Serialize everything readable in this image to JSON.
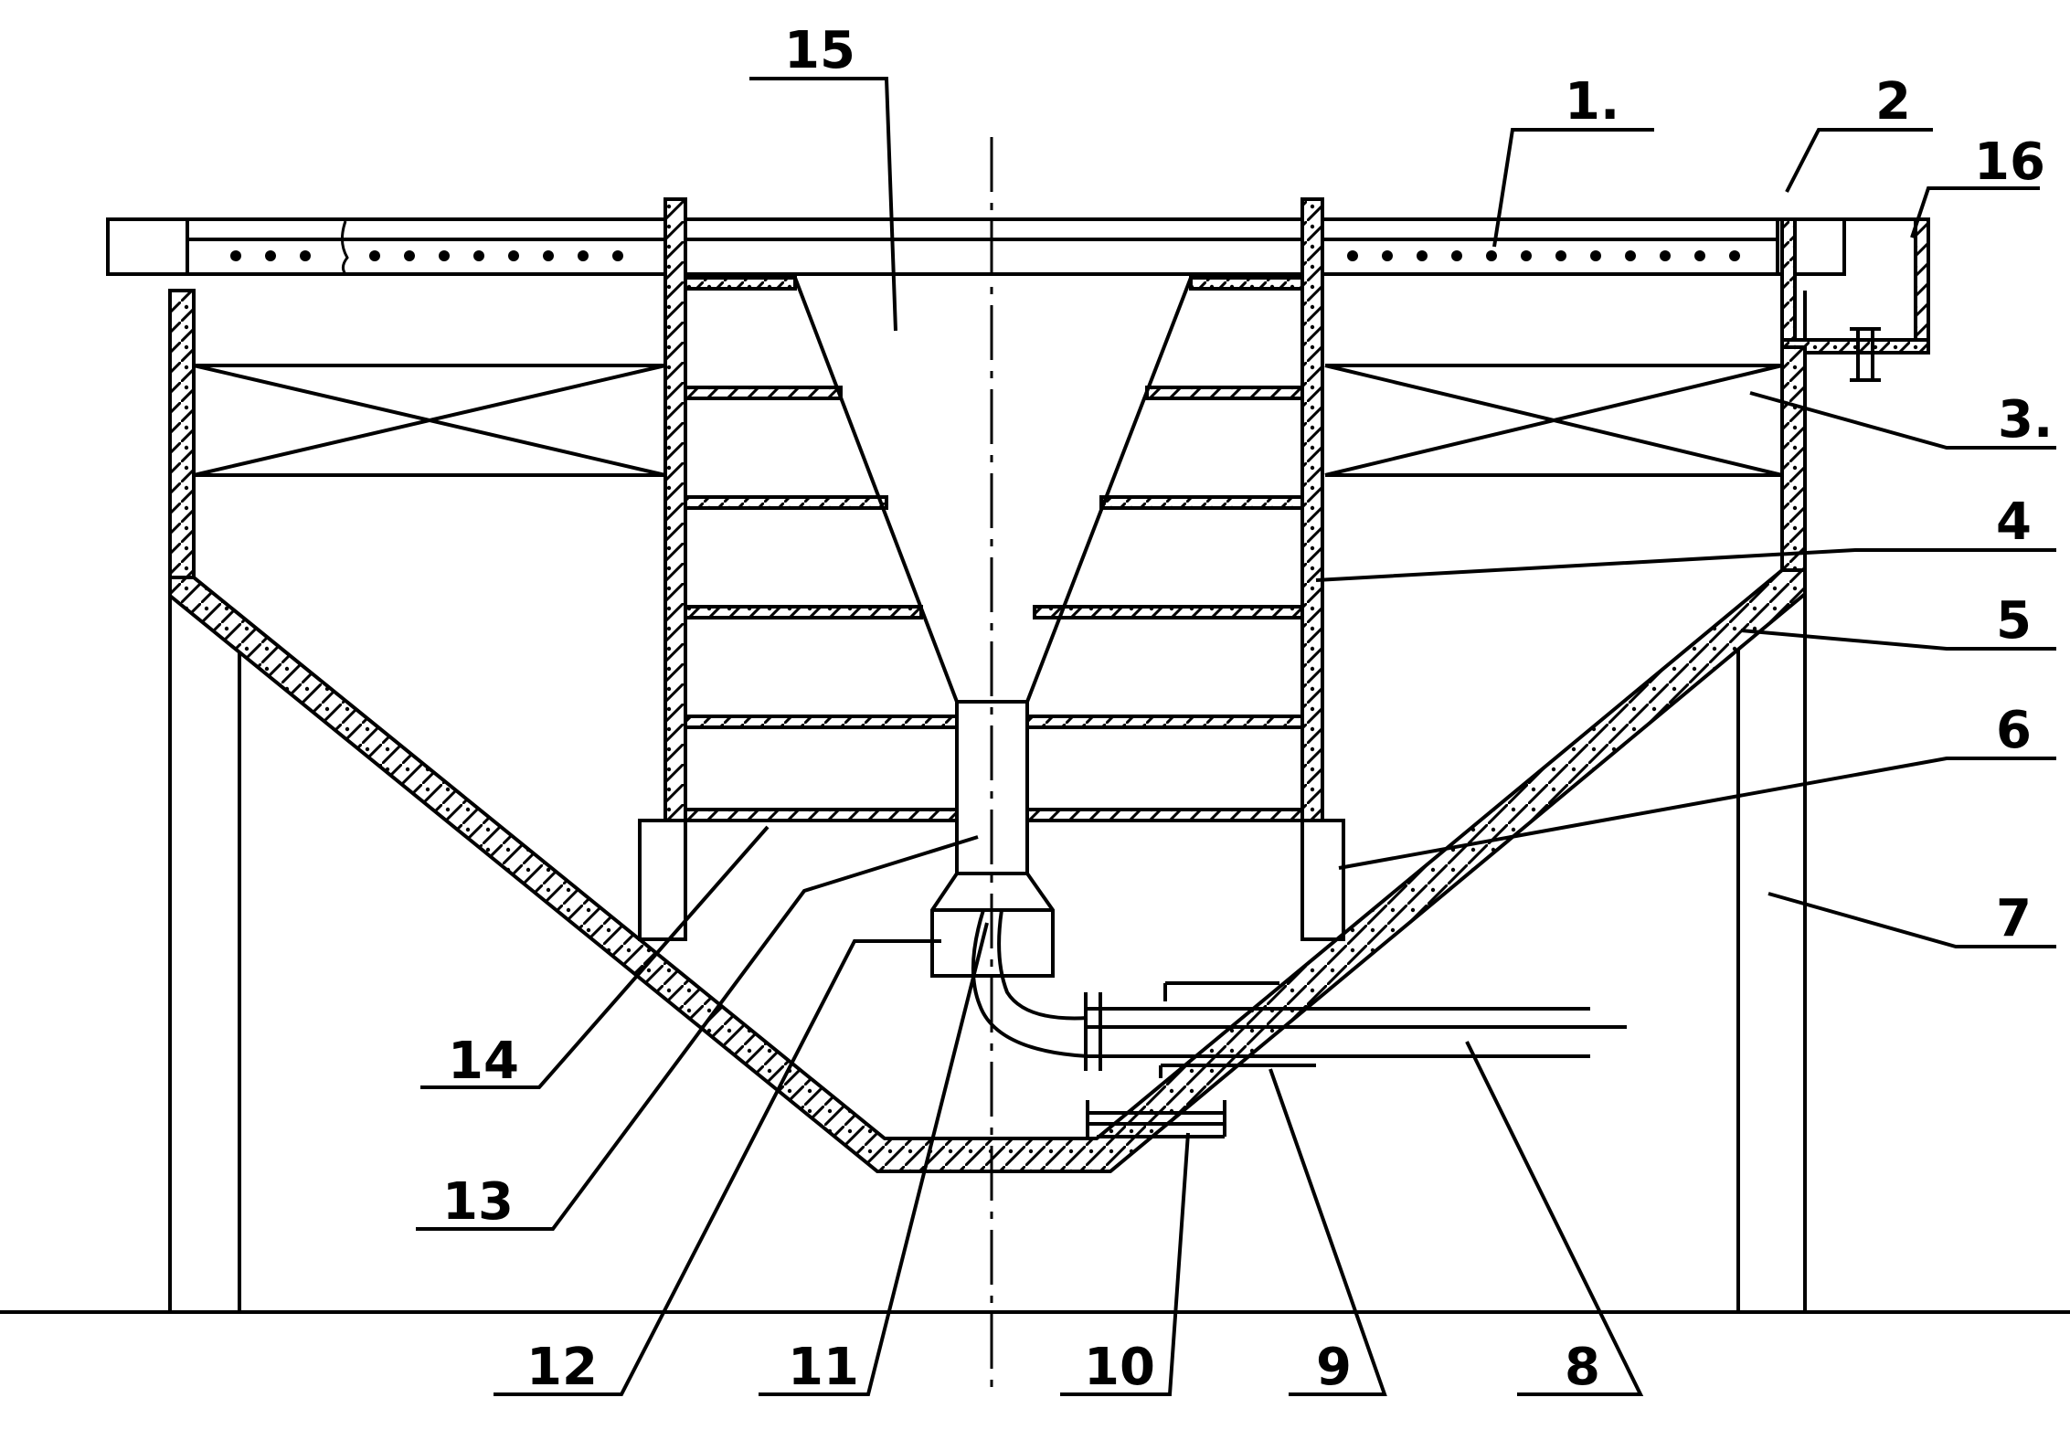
{
  "figure": {
    "labels": [
      {
        "id": "1",
        "text": "1."
      },
      {
        "id": "2",
        "text": "2"
      },
      {
        "id": "3",
        "text": "3."
      },
      {
        "id": "4",
        "text": "4"
      },
      {
        "id": "5",
        "text": "5"
      },
      {
        "id": "6",
        "text": "6"
      },
      {
        "id": "7",
        "text": "7"
      },
      {
        "id": "8",
        "text": "8"
      },
      {
        "id": "9",
        "text": "9"
      },
      {
        "id": "10",
        "text": "10"
      },
      {
        "id": "11",
        "text": "11"
      },
      {
        "id": "12",
        "text": "12"
      },
      {
        "id": "13",
        "text": "13"
      },
      {
        "id": "14",
        "text": "14"
      },
      {
        "id": "15",
        "text": "15"
      },
      {
        "id": "16",
        "text": "16"
      }
    ]
  }
}
